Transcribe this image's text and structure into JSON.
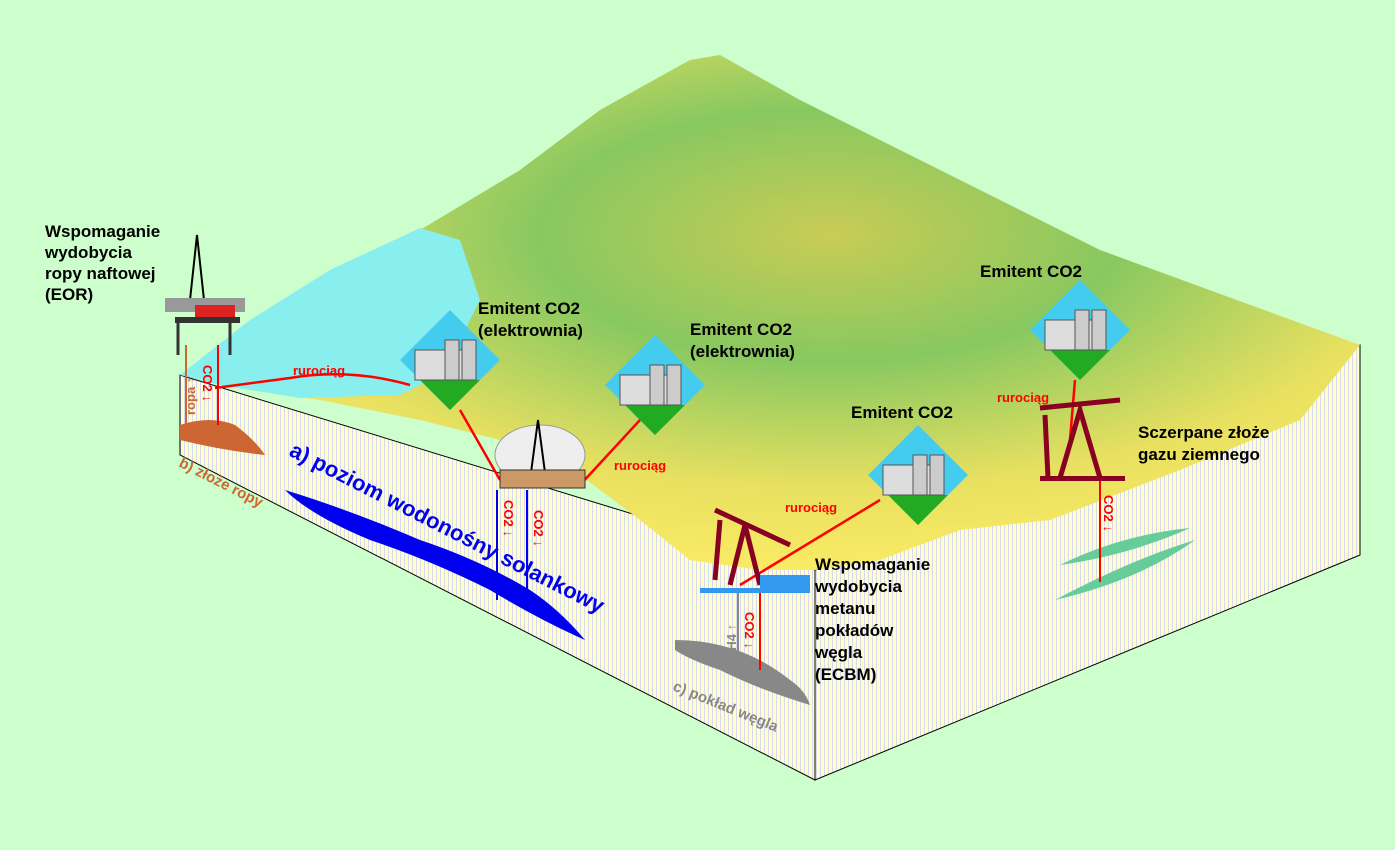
{
  "title_eor": [
    "Wspomaganie",
    "wydobycia",
    "ropy naftowej",
    "(EOR)"
  ],
  "emitter_1": [
    "Emitent CO2",
    "(elektrownia)"
  ],
  "emitter_2": [
    "Emitent CO2",
    "(elektrownia)"
  ],
  "emitter_3": "Emitent CO2",
  "emitter_4": "Emitent CO2",
  "ecbm": [
    "Wspomaganie",
    "wydobycia",
    "metanu",
    "pokładów",
    "węgla",
    "(ECBM)"
  ],
  "gas": [
    "Sczerpane złoże",
    "gazu ziemnego"
  ],
  "pipeline": "rurociąg",
  "co2": "CO2 ↓",
  "ropa": "ropa ↑",
  "ch4": "CH4 ↑",
  "aquifer": "a) poziom wodonośny solankowy",
  "oil_field": "b) złoże ropy",
  "coal_seam": "c) pokład węgla",
  "colors": {
    "background": "#ccffcc",
    "co2": "#ff0000",
    "aquifer": "#0000ee",
    "oil": "#cc6633",
    "coal": "#888888",
    "sea": "#88eeee"
  }
}
